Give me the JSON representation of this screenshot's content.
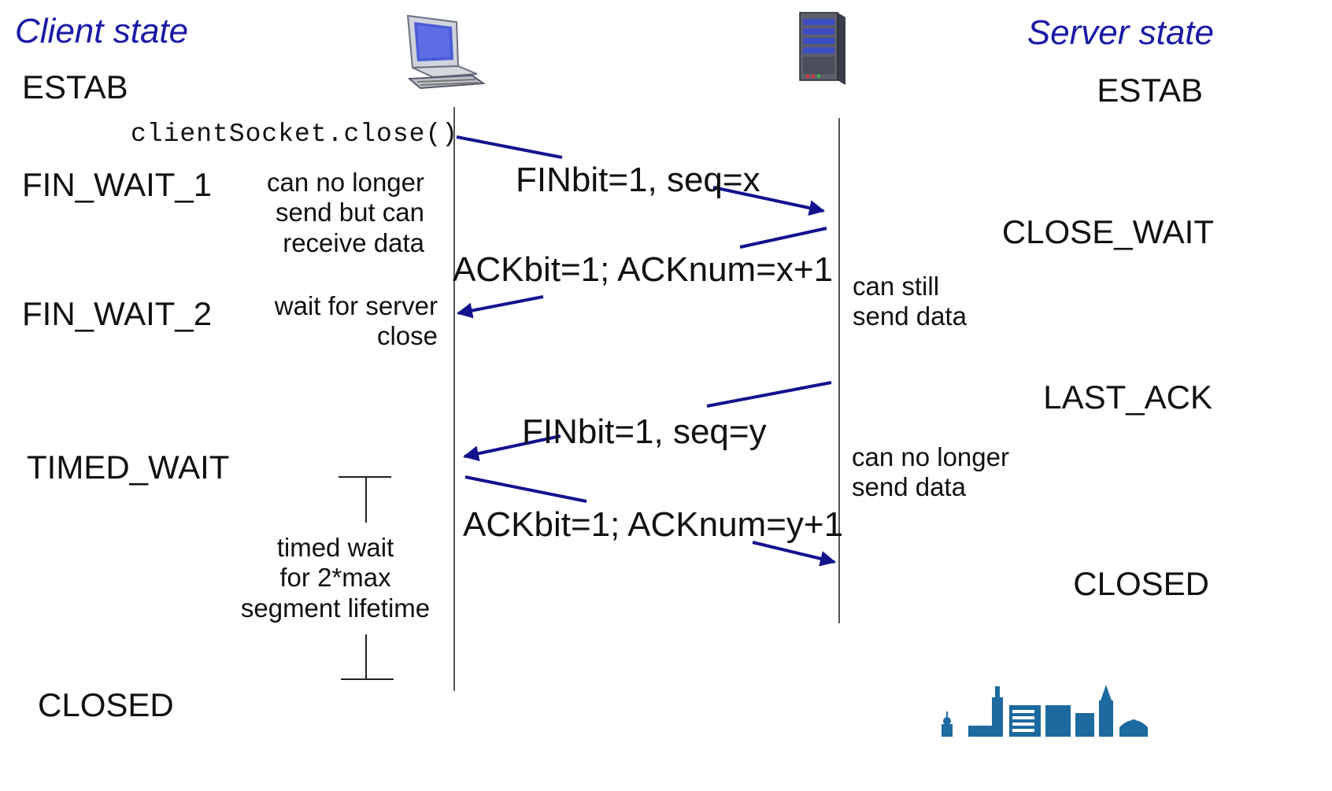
{
  "headers": {
    "client": "Client state",
    "server": "Server state"
  },
  "client_states": {
    "estab": "ESTAB",
    "fin_wait_1": "FIN_WAIT_1",
    "fin_wait_2": "FIN_WAIT_2",
    "timed_wait": "TIMED_WAIT",
    "closed": "CLOSED"
  },
  "server_states": {
    "estab": "ESTAB",
    "close_wait": "CLOSE_WAIT",
    "last_ack": "LAST_ACK",
    "closed": "CLOSED"
  },
  "close_call": "clientSocket.close()",
  "messages": {
    "fin1": "FINbit=1, seq=x",
    "ack1": "ACKbit=1; ACKnum=x+1",
    "fin2": "FINbit=1, seq=y",
    "ack2": "ACKbit=1; ACKnum=y+1"
  },
  "notes": {
    "client_fin_wait_1": [
      "can no longer",
      "send but can",
      "receive data"
    ],
    "client_fin_wait_2": [
      "wait for server",
      "close"
    ],
    "timed_wait": [
      "timed wait",
      "for 2*max",
      "segment lifetime"
    ],
    "server_close_wait": [
      "can still",
      "send data"
    ],
    "server_last_ack": [
      "can no longer",
      "send data"
    ]
  },
  "icons": {
    "client": "desktop-computer-icon",
    "server": "server-tower-icon",
    "logo": "city-skyline-logo"
  },
  "colors": {
    "header": "#1a1aa6",
    "arrow": "#12128f",
    "timeline": "#555555"
  }
}
